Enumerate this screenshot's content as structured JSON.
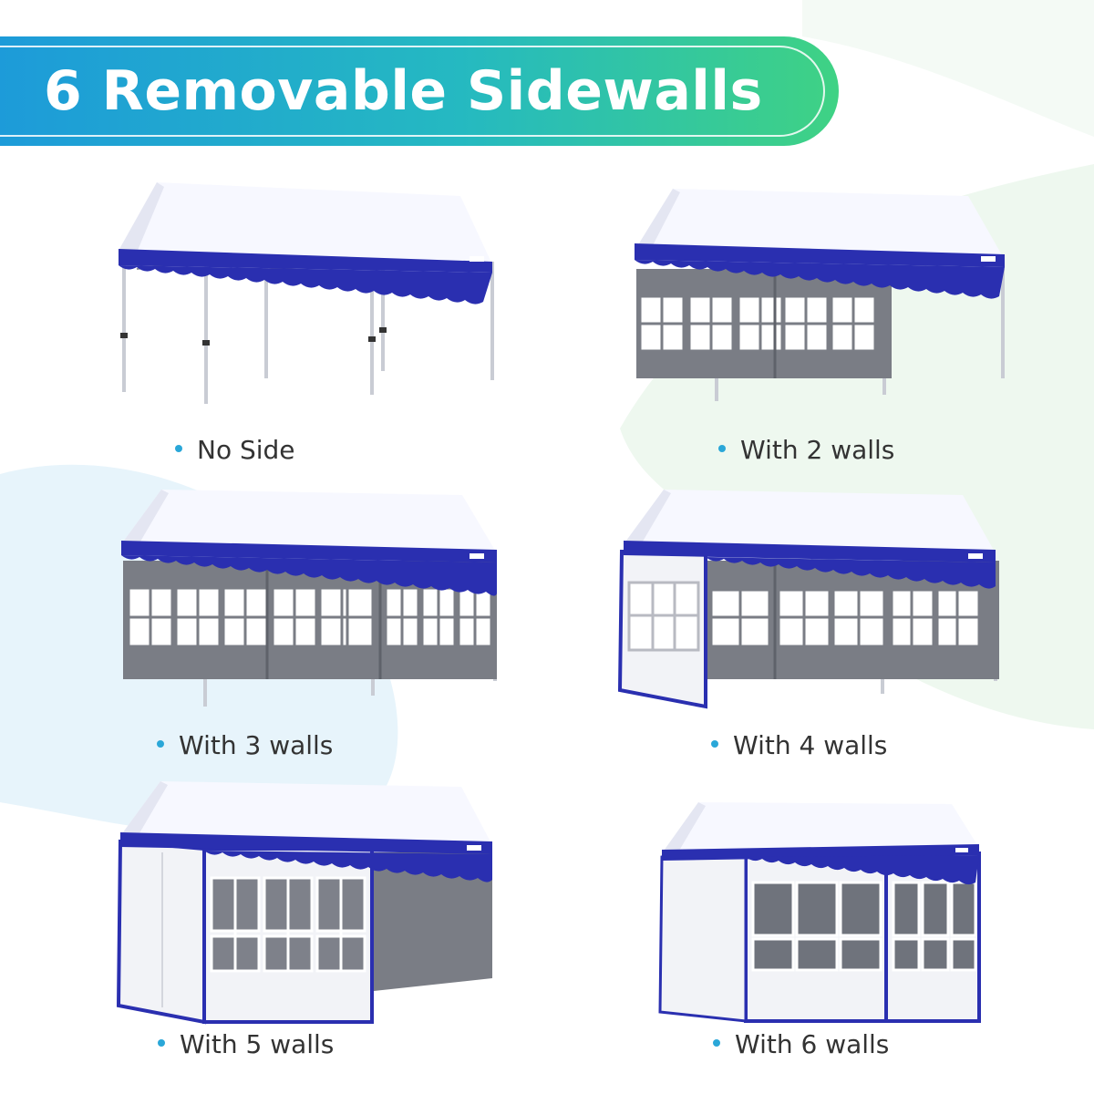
{
  "title": "6 Removable Sidewalls",
  "colors": {
    "banner_gradient": [
      "#1d9bd9",
      "#25b9c1",
      "#3fd284"
    ],
    "bullet": "#2aa7d8",
    "roof_white": "#f7f8ff",
    "valance_blue": "#2a2fb0",
    "wall_gray": "#7a7d85",
    "wall_white": "#f2f3f7",
    "bg_green_tint": "#eef8ef",
    "bg_blue_tint": "#e7f4fb"
  },
  "variants": [
    {
      "label": "No Side",
      "walls": 0,
      "illustration": "tent-no-side"
    },
    {
      "label": "With 2 walls",
      "walls": 2,
      "illustration": "tent-two-walls"
    },
    {
      "label": "With 3 walls",
      "walls": 3,
      "illustration": "tent-three-walls"
    },
    {
      "label": "With 4 walls",
      "walls": 4,
      "illustration": "tent-four-walls"
    },
    {
      "label": "With 5 walls",
      "walls": 5,
      "illustration": "tent-five-walls"
    },
    {
      "label": "With 6 walls",
      "walls": 6,
      "illustration": "tent-six-walls"
    }
  ]
}
